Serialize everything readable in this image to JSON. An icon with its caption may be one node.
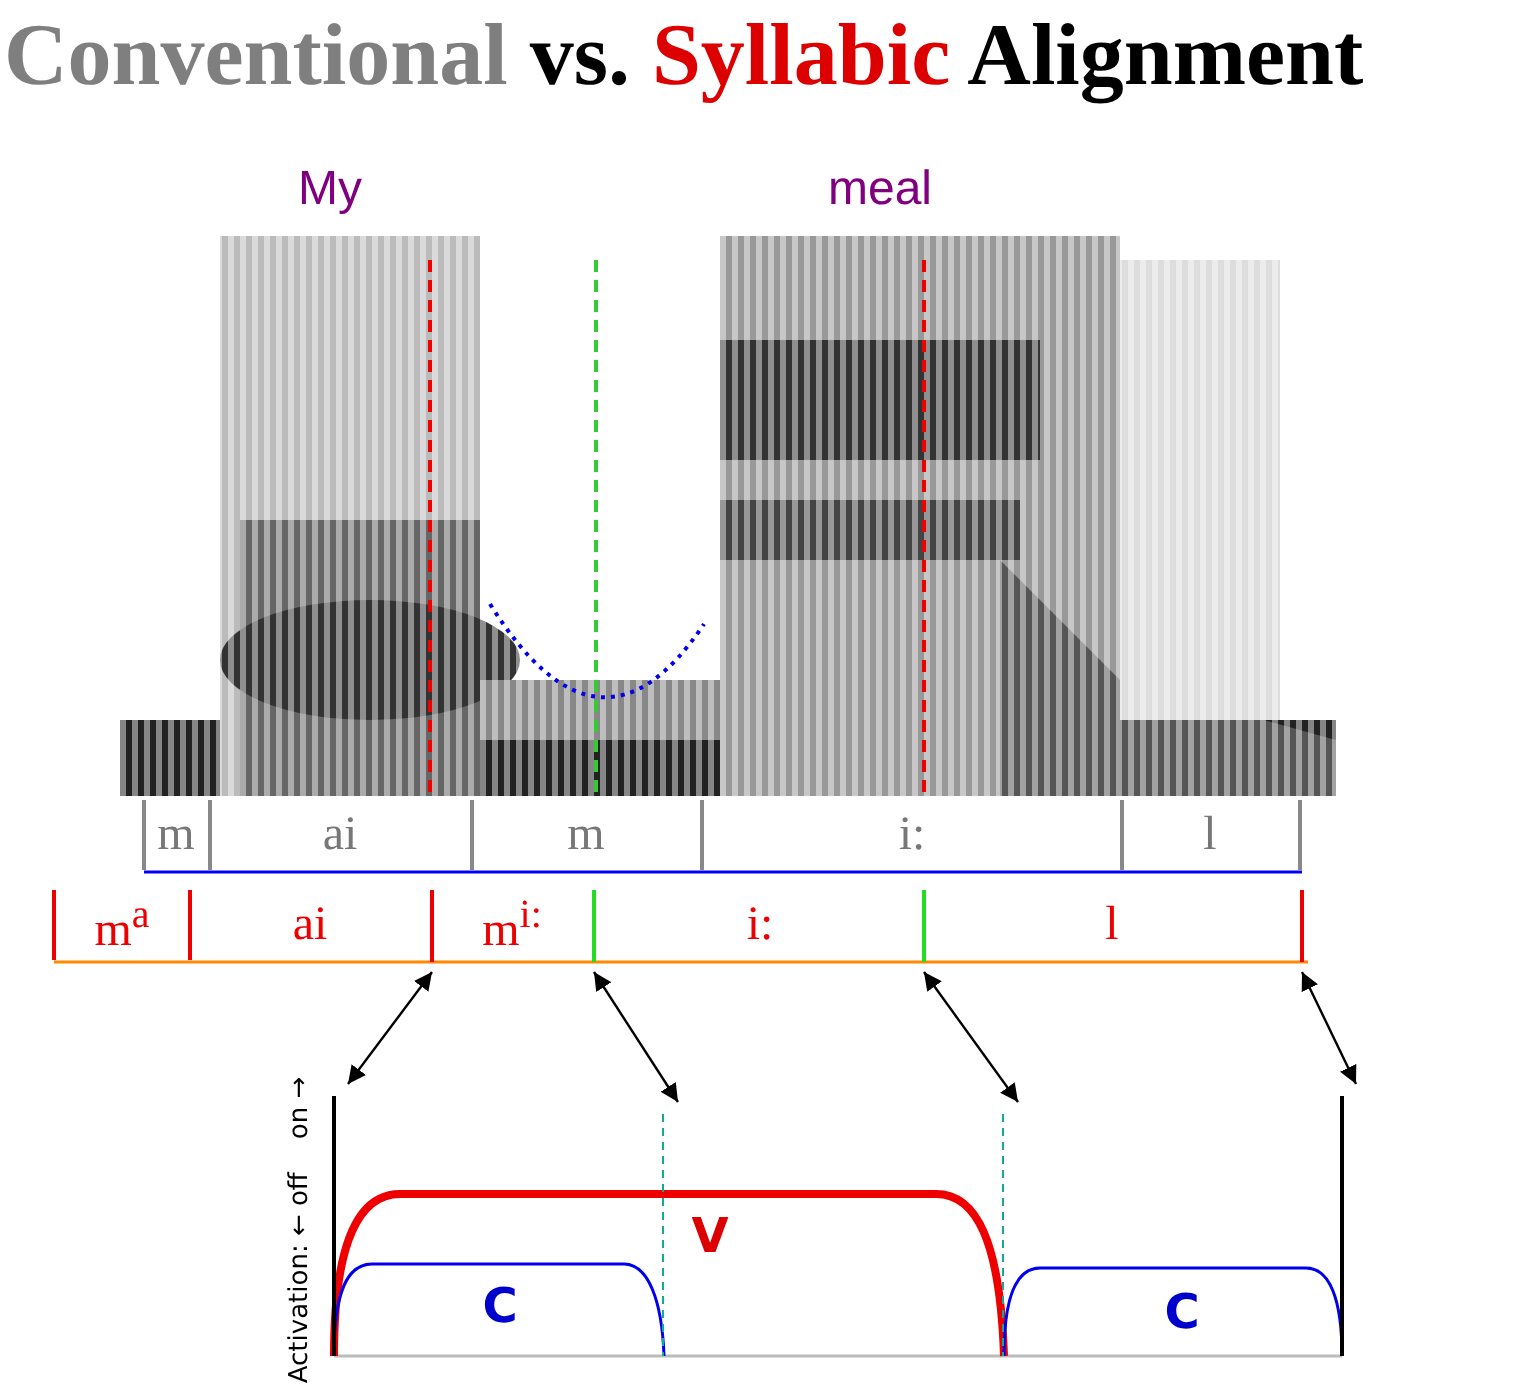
{
  "diagram": {
    "title": "Conventional vs. Syllabic Alignment",
    "nodes": [
      {
        "text": [],
        "shape": "bar"
      },
      {
        "text": [],
        "shape": "bar"
      },
      {
        "text": [],
        "shape": "bar"
      },
      {
        "text": [],
        "shape": "bar"
      },
      {
        "text": [],
        "shape": "bar"
      },
      {
        "text": [],
        "shape": "bar"
      },
      {
        "text": [],
        "shape": "bar"
      },
      {
        "text": [],
        "shape": "bar"
      }
    ],
    "edges": [
      {
        "from": 0,
        "to": 4,
        "arrow": "both"
      },
      {
        "from": 1,
        "to": 5,
        "arrow": "both"
      },
      {
        "from": 2,
        "to": 6,
        "arrow": "both"
      },
      {
        "from": 3,
        "to": 7,
        "arrow": "both"
      }
    ],
    "labels": [
      "My",
      "meal",
      "m",
      "ai",
      "m",
      "i:",
      "l",
      "m$^{a}$",
      "ai",
      "m$^{i:}$",
      "i:",
      "l",
      "Activation: ← off    on →",
      "V",
      "C",
      "C"
    ]
  }
}
